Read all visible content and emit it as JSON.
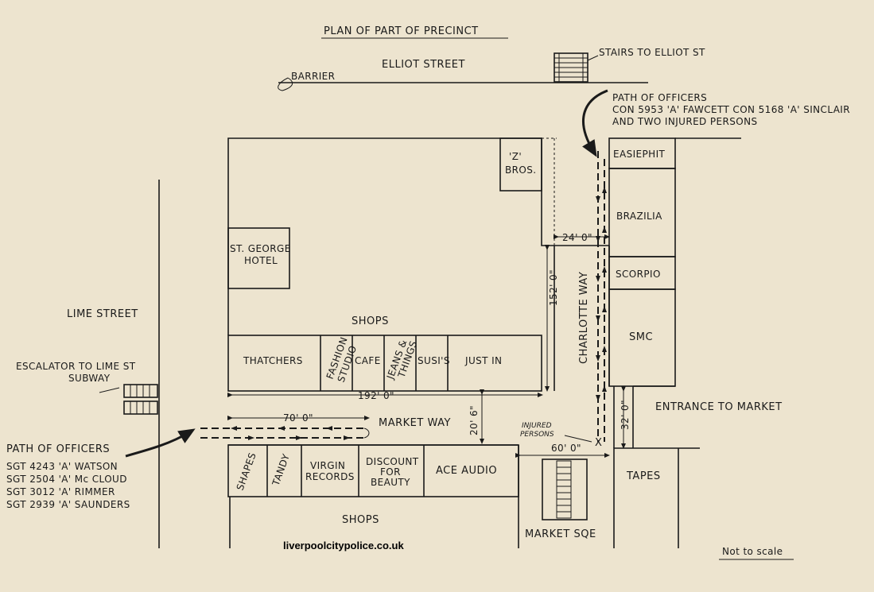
{
  "title": "PLAN OF PART OF PRECINCT",
  "streets": {
    "elliot": "ELLIOT STREET",
    "lime": "LIME STREET",
    "charlotte_way": "CHARLOTTE WAY",
    "market_way": "MARKET WAY",
    "market_sqe": "MARKET SQE"
  },
  "features": {
    "barrier": "BARRIER",
    "stairs": "STAIRS TO ELLIOT ST",
    "escalator_1": "ESCALATOR TO LIME ST",
    "escalator_2": "SUBWAY",
    "entrance": "ENTRANCE TO MARKET",
    "injured_1": "INJURED",
    "injured_2": "PERSONS",
    "injured_mark": "X"
  },
  "shops": {
    "z_bros_1": "'Z'",
    "z_bros_2": "BROS.",
    "st_george_1": "ST. GEORGE",
    "st_george_2": "HOTEL",
    "shops_top": "SHOPS",
    "thatchers": "THATCHERS",
    "fashion_1": "FASHION",
    "fashion_2": "STUDIO",
    "cafe": "CAFE",
    "jeans_1": "JEANS &",
    "jeans_2": "THINGS",
    "susis": "SUSI'S",
    "just_in": "JUST IN",
    "easiephit": "EASIEPHIT",
    "brazilia": "BRAZILIA",
    "scorpio": "SCORPIO",
    "smc": "SMC",
    "shapes": "SHAPES",
    "tandy": "TANDY",
    "virgin_1": "VIRGIN",
    "virgin_2": "RECORDS",
    "discount_1": "DISCOUNT",
    "discount_2": "FOR",
    "discount_3": "BEAUTY",
    "ace_audio": "ACE AUDIO",
    "tapes": "TAPES",
    "shops_bottom": "SHOPS"
  },
  "dimensions": {
    "d24": "24' 0\"",
    "d152": "152' 0\"",
    "d192": "192' 0\"",
    "d70": "70' 0\"",
    "d20_6": "20' 6\"",
    "d60": "60' 0\"",
    "d32": "32' 0\""
  },
  "path_right": {
    "line1": "PATH OF OFFICERS",
    "line2": "CON 5953 'A' FAWCETT  CON 5168 'A' SINCLAIR",
    "line3": "AND TWO INJURED PERSONS"
  },
  "path_left": {
    "heading": "PATH OF OFFICERS",
    "officers": [
      "SGT 4243 'A' WATSON",
      "SGT 2504 'A' Mc CLOUD",
      "SGT 3012 'A' RIMMER",
      "SGT 2939 'A' SAUNDERS"
    ]
  },
  "website": "liverpoolcitypolice.co.uk",
  "scale_note": "Not to scale"
}
